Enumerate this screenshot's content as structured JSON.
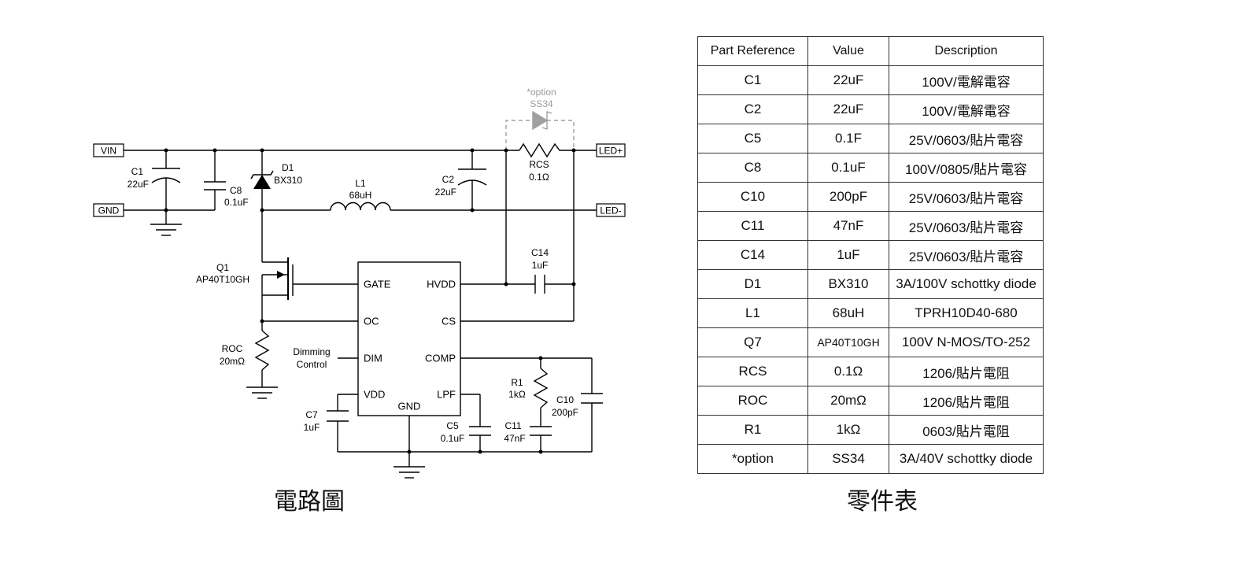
{
  "schematic": {
    "ports": {
      "vin": "VIN",
      "gnd": "GND",
      "led_plus": "LED+",
      "led_minus": "LED-"
    },
    "ic_pins": {
      "gate": "GATE",
      "oc": "OC",
      "dim": "DIM",
      "vdd": "VDD",
      "gnd": "GND",
      "hvdd": "HVDD",
      "cs": "CS",
      "comp": "COMP",
      "lpf": "LPF"
    },
    "components": {
      "c1": {
        "ref": "C1",
        "value": "22uF"
      },
      "c8": {
        "ref": "C8",
        "value": "0.1uF"
      },
      "d1": {
        "ref": "D1",
        "value": "BX310"
      },
      "l1": {
        "ref": "L1",
        "value": "68uH"
      },
      "c2": {
        "ref": "C2",
        "value": "22uF"
      },
      "rcs": {
        "ref": "RCS",
        "value": "0.1Ω"
      },
      "option": {
        "ref": "*option",
        "value": "SS34"
      },
      "q1": {
        "ref": "Q1",
        "value": "AP40T10GH"
      },
      "c14": {
        "ref": "C14",
        "value": "1uF"
      },
      "roc": {
        "ref": "ROC",
        "value": "20mΩ"
      },
      "dimming": {
        "line1": "Dimming",
        "line2": "Control"
      },
      "c7": {
        "ref": "C7",
        "value": "1uF"
      },
      "c5": {
        "ref": "C5",
        "value": "0.1uF"
      },
      "r1": {
        "ref": "R1",
        "value": "1kΩ"
      },
      "c11": {
        "ref": "C11",
        "value": "47nF"
      },
      "c10": {
        "ref": "C10",
        "value": "200pF"
      }
    },
    "caption": "電路圖"
  },
  "parts_table": {
    "caption": "零件表",
    "headers": [
      "Part Reference",
      "Value",
      "Description"
    ],
    "rows": [
      [
        "C1",
        "22uF",
        "100V/電解電容"
      ],
      [
        "C2",
        "22uF",
        "100V/電解電容"
      ],
      [
        "C5",
        "0.1F",
        "25V/0603/貼片電容"
      ],
      [
        "C8",
        "0.1uF",
        "100V/0805/貼片電容"
      ],
      [
        "C10",
        "200pF",
        "25V/0603/貼片電容"
      ],
      [
        "C11",
        "47nF",
        "25V/0603/貼片電容"
      ],
      [
        "C14",
        "1uF",
        "25V/0603/貼片電容"
      ],
      [
        "D1",
        "BX310",
        "3A/100V schottky diode"
      ],
      [
        "L1",
        "68uH",
        "TPRH10D40-680"
      ],
      [
        "Q7",
        "AP40T10GH",
        "100V N-MOS/TO-252"
      ],
      [
        "RCS",
        "0.1Ω",
        "1206/貼片電阻"
      ],
      [
        "ROC",
        "20mΩ",
        "1206/貼片電阻"
      ],
      [
        "R1",
        "1kΩ",
        "0603/貼片電阻"
      ],
      [
        "*option",
        "SS34",
        "3A/40V schottky diode"
      ]
    ]
  }
}
